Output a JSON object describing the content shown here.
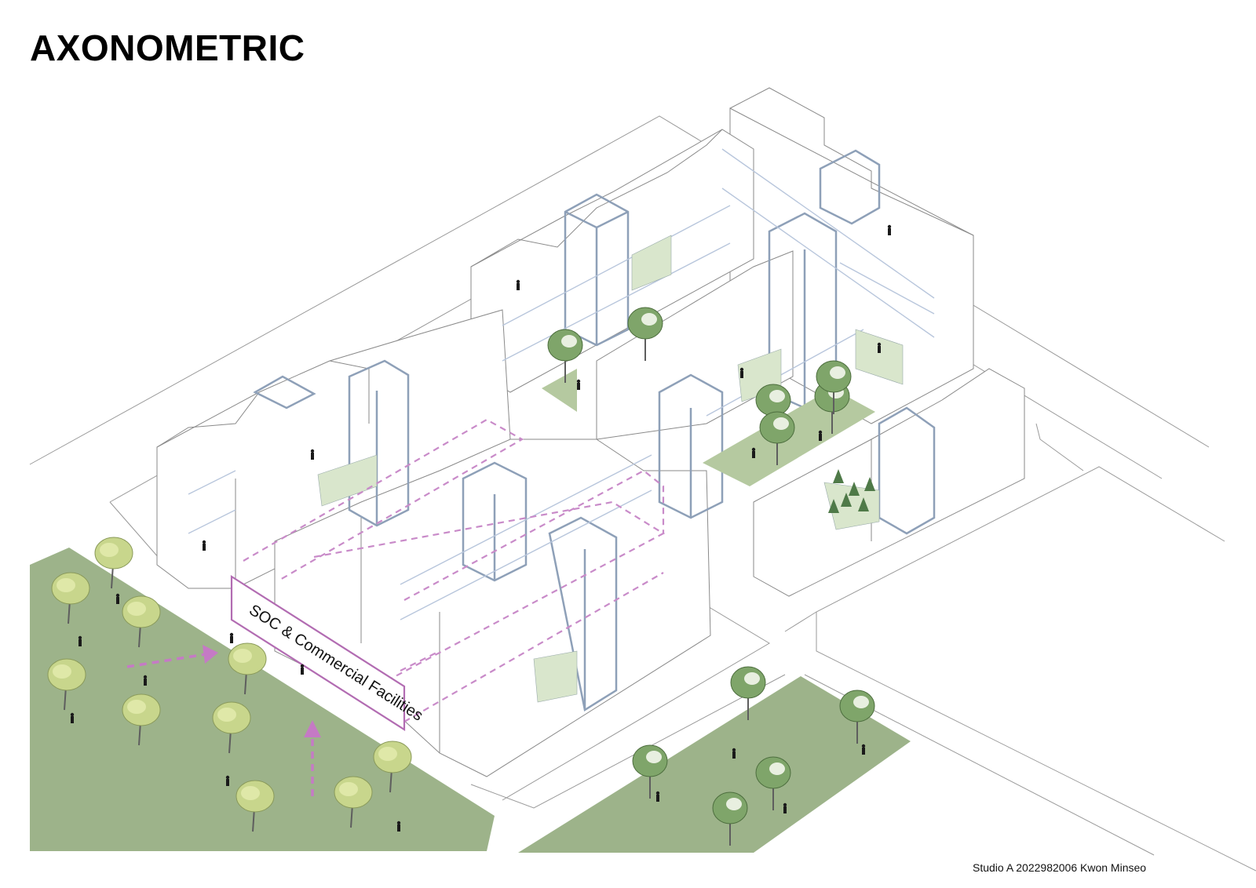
{
  "title": "AXONOMETRIC",
  "label_soc": "SOC & Commercial Facilities",
  "credit": "Studio A 2022982006 Kwon Minseo",
  "colors": {
    "lawn": "#9db38a",
    "courtyard": "#b5c9a0",
    "core_outline": "#8ea0b8",
    "soc_outline": "#b26cb2",
    "arrow": "#c57ac5"
  }
}
